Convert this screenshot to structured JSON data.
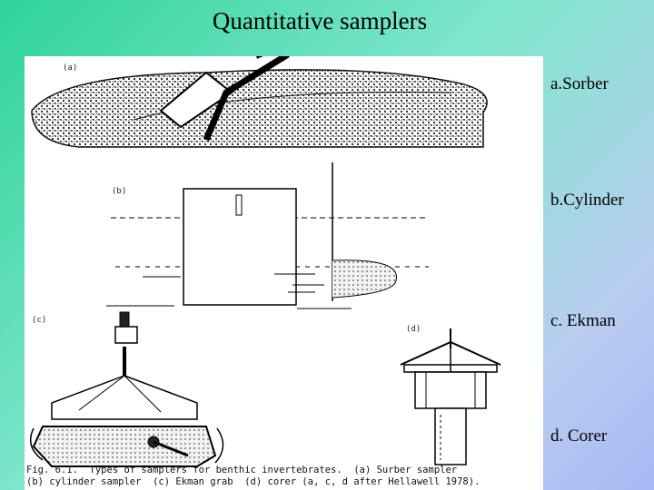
{
  "slide": {
    "title": "Quantitative samplers"
  },
  "figure": {
    "panel_letters": [
      "(a)",
      "(b)",
      "(c)",
      "(d)"
    ],
    "caption_line1": "Fig. 6.1.  Types of samplers for benthic invertebrates.  (a) Surber sampler",
    "caption_line2": "(b) cylinder sampler  (c) Ekman grab  (d) corer (a, c, d after Hellawell 1978)."
  },
  "labels": [
    "a.Sorber",
    "b.Cylinder",
    "c. Ekman",
    "d. Corer"
  ]
}
